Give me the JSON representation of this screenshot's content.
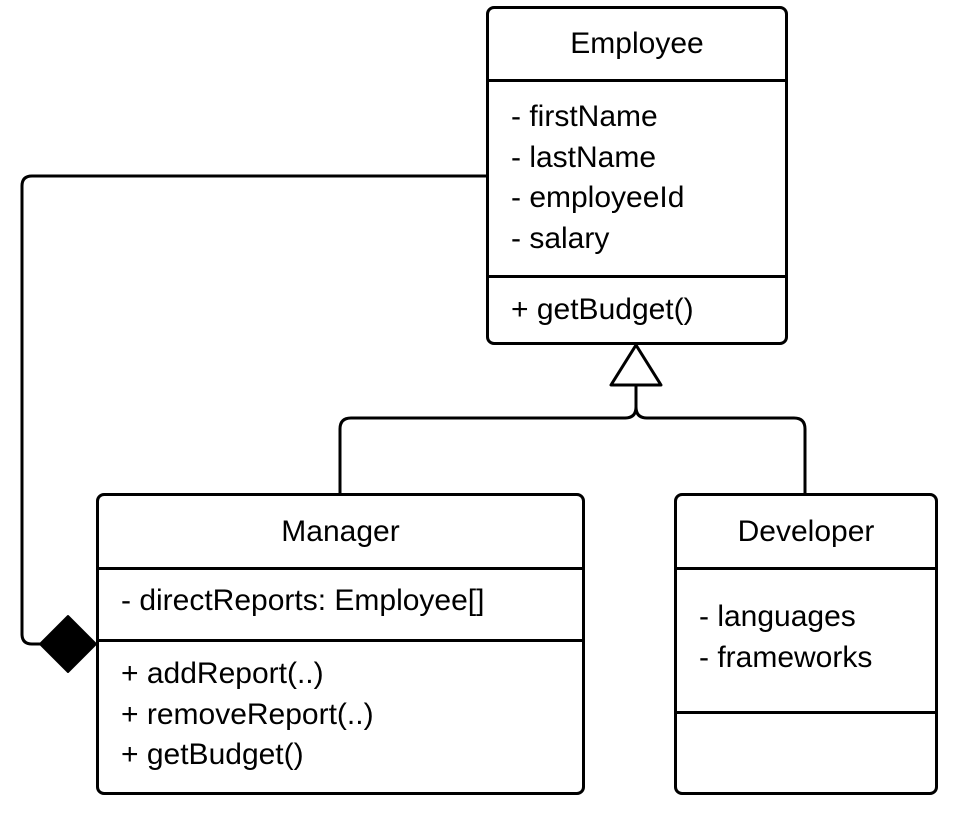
{
  "diagram": {
    "type": "uml-class-diagram",
    "classes": [
      {
        "id": "employee",
        "name": "Employee",
        "attributes": [
          "- firstName",
          "- lastName",
          "- employeeId",
          "- salary"
        ],
        "operations": [
          "+ getBudget()"
        ]
      },
      {
        "id": "manager",
        "name": "Manager",
        "attributes": [
          "- directReports: Employee[]"
        ],
        "operations": [
          "+ addReport(..)",
          "+ removeReport(..)",
          "+ getBudget()"
        ]
      },
      {
        "id": "developer",
        "name": "Developer",
        "attributes": [
          "- languages",
          "- frameworks"
        ],
        "operations": []
      }
    ],
    "relationships": [
      {
        "type": "generalization",
        "from": "manager",
        "to": "employee"
      },
      {
        "type": "generalization",
        "from": "developer",
        "to": "employee"
      },
      {
        "type": "composition",
        "whole": "manager",
        "part": "employee"
      }
    ],
    "colors": {
      "stroke": "#000000",
      "fill": "#ffffff"
    }
  }
}
